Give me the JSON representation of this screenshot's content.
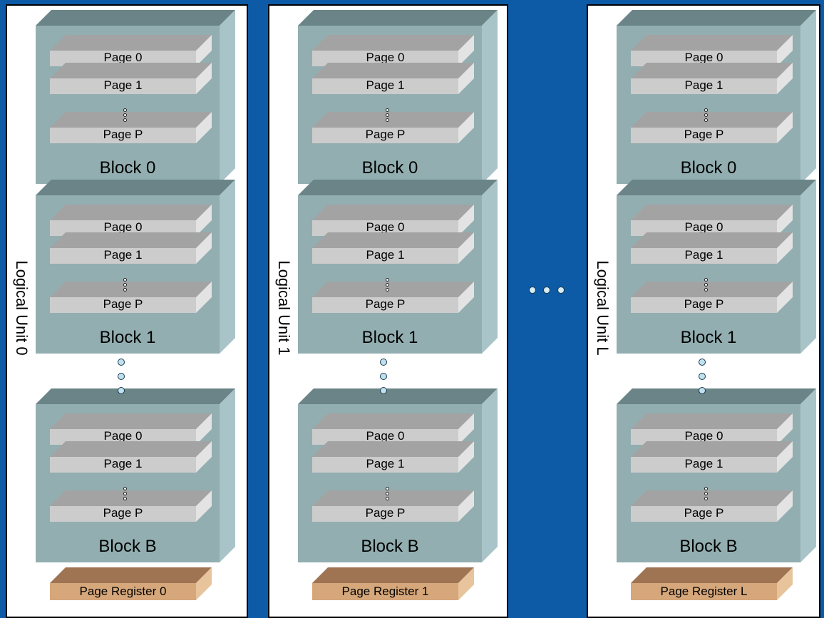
{
  "colors": {
    "background": "#0d5aa7",
    "unit_fill": "#ffffff",
    "block_front": "#92aeb0",
    "block_top": "#6b8487",
    "block_side": "#a9c4c8",
    "page_front": "#cccccc",
    "page_top": "#a3a3a3",
    "page_side": "#e3e3e3",
    "register_front": "#d6a77a",
    "register_top": "#9f7453",
    "register_side": "#e8c49c"
  },
  "units": [
    {
      "label": "Logical Unit 0",
      "blocks": [
        {
          "label": "Block 0",
          "pages": [
            "Page 0",
            "Page 1",
            "Page P"
          ]
        },
        {
          "label": "Block 1",
          "pages": [
            "Page 0",
            "Page 1",
            "Page P"
          ]
        },
        {
          "label": "Block B",
          "pages": [
            "Page 0",
            "Page 1",
            "Page P"
          ]
        }
      ],
      "register": "Page Register 0"
    },
    {
      "label": "Logical Unit 1",
      "blocks": [
        {
          "label": "Block 0",
          "pages": [
            "Page 0",
            "Page 1",
            "Page P"
          ]
        },
        {
          "label": "Block 1",
          "pages": [
            "Page 0",
            "Page 1",
            "Page P"
          ]
        },
        {
          "label": "Block B",
          "pages": [
            "Page 0",
            "Page 1",
            "Page P"
          ]
        }
      ],
      "register": "Page Register 1"
    },
    {
      "label": "Logical Unit L",
      "blocks": [
        {
          "label": "Block 0",
          "pages": [
            "Page 0",
            "Page 1",
            "Page P"
          ]
        },
        {
          "label": "Block 1",
          "pages": [
            "Page 0",
            "Page 1",
            "Page P"
          ]
        },
        {
          "label": "Block B",
          "pages": [
            "Page 0",
            "Page 1",
            "Page P"
          ]
        }
      ],
      "register": "Page Register L"
    }
  ]
}
